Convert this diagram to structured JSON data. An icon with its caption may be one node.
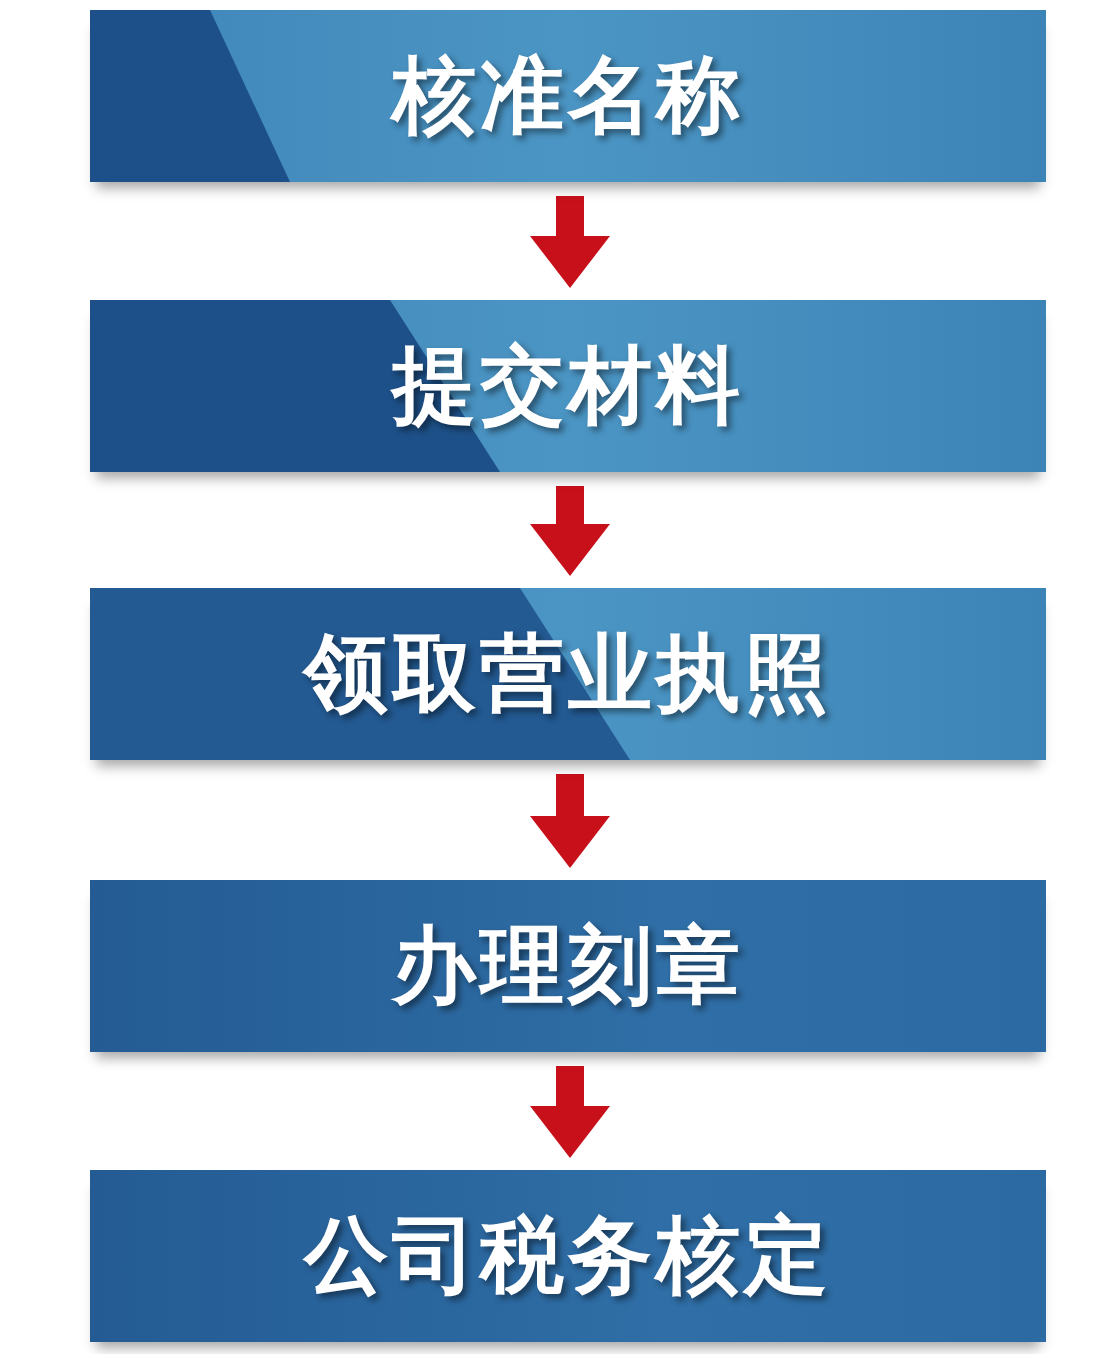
{
  "diagram": {
    "nodes": [
      {
        "text": [
          "核准名称"
        ]
      },
      {
        "text": [
          "提交材料"
        ]
      },
      {
        "text": [
          "领取营业执照"
        ]
      },
      {
        "text": [
          "办理刻章"
        ]
      },
      {
        "text": [
          "公司税务核定"
        ]
      }
    ],
    "edges": [
      {
        "from": 0,
        "to": 1,
        "arrow": "to"
      },
      {
        "from": 1,
        "to": 2,
        "arrow": "to"
      },
      {
        "from": 2,
        "to": 3,
        "arrow": "to"
      },
      {
        "from": 3,
        "to": 4,
        "arrow": "to"
      }
    ]
  }
}
